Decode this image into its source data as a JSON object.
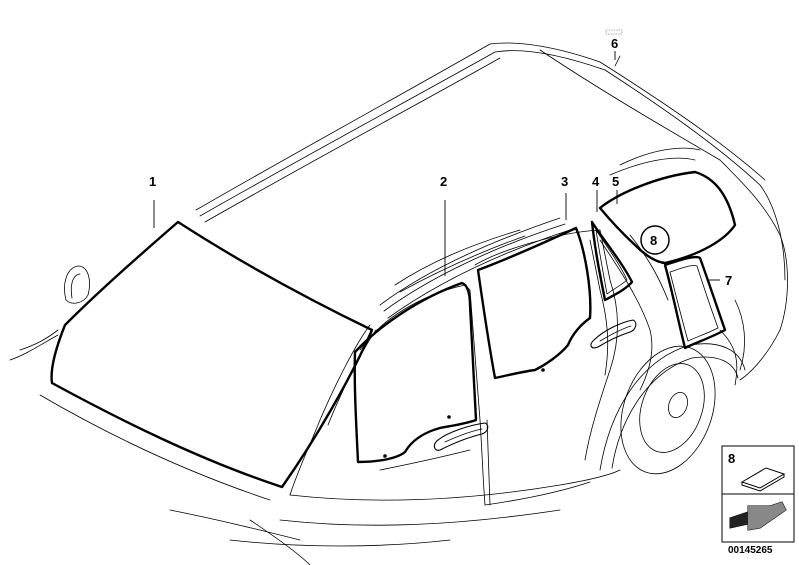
{
  "callouts": [
    {
      "id": "1",
      "label": "1"
    },
    {
      "id": "2",
      "label": "2"
    },
    {
      "id": "3",
      "label": "3"
    },
    {
      "id": "4",
      "label": "4"
    },
    {
      "id": "5",
      "label": "5"
    },
    {
      "id": "6",
      "label": "6"
    },
    {
      "id": "7",
      "label": "7"
    },
    {
      "id": "8",
      "label": "8"
    }
  ],
  "legend": {
    "item_label": "8"
  },
  "document_number": "00145265"
}
